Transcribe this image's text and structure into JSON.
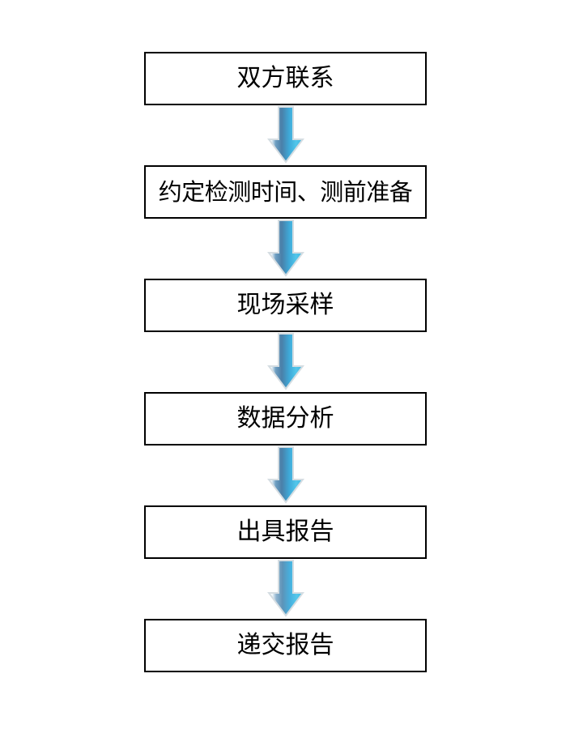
{
  "diagram": {
    "type": "flowchart",
    "orientation": "vertical",
    "title": "",
    "colors": {
      "box_border": "#000000",
      "box_fill": "#ffffff",
      "arrow_outline": "#d9d9d9",
      "arrow_gradient_light": "#f2f8fc",
      "arrow_gradient_steel": "#4a7fa8",
      "arrow_gradient_cyan": "#4fc3e8",
      "text": "#000000",
      "background": "#ffffff"
    },
    "nodes": [
      {
        "id": "node-1",
        "label": "双方联系",
        "order": 1
      },
      {
        "id": "node-2",
        "label": "约定检测时间、测前准备",
        "order": 2
      },
      {
        "id": "node-3",
        "label": "现场采样",
        "order": 3
      },
      {
        "id": "node-4",
        "label": "数据分析",
        "order": 4
      },
      {
        "id": "node-5",
        "label": "出具报告",
        "order": 5
      },
      {
        "id": "node-6",
        "label": "递交报告",
        "order": 6
      }
    ],
    "connectors": [
      {
        "id": "arrow-1",
        "from": "node-1",
        "to": "node-2",
        "icon": "down-arrow-icon"
      },
      {
        "id": "arrow-2",
        "from": "node-2",
        "to": "node-3",
        "icon": "down-arrow-icon"
      },
      {
        "id": "arrow-3",
        "from": "node-3",
        "to": "node-4",
        "icon": "down-arrow-icon"
      },
      {
        "id": "arrow-4",
        "from": "node-4",
        "to": "node-5",
        "icon": "down-arrow-icon"
      },
      {
        "id": "arrow-5",
        "from": "node-5",
        "to": "node-6",
        "icon": "down-arrow-icon"
      }
    ]
  }
}
